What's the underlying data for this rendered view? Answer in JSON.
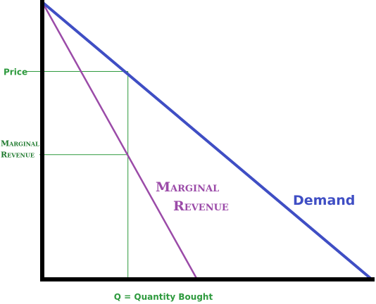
{
  "chart_data": {
    "type": "line",
    "title": "",
    "xlabel": "Q = Quantity Bought",
    "ylabel": "",
    "xlim": [
      0,
      10
    ],
    "ylim": [
      0,
      10
    ],
    "grid": false,
    "y_markers": [
      {
        "label": "Price",
        "value": 7.5
      },
      {
        "label_line1": "Marginal",
        "label_line2": "Revenue",
        "value": 4.5
      }
    ],
    "x_marker": {
      "value": 2.6
    },
    "series": [
      {
        "name": "Demand",
        "color": "#3f4ec4",
        "x": [
          0,
          10
        ],
        "y": [
          10,
          0
        ]
      },
      {
        "name_line1": "Marginal",
        "name_line2": "Revenue",
        "color": "#9b4ba8",
        "x": [
          0,
          4.7
        ],
        "y": [
          10,
          0
        ]
      }
    ]
  },
  "colors": {
    "axis": "#000000",
    "guide": "#2e9a3e",
    "demand": "#3f4ec4",
    "marginal_revenue": "#9b4ba8"
  }
}
